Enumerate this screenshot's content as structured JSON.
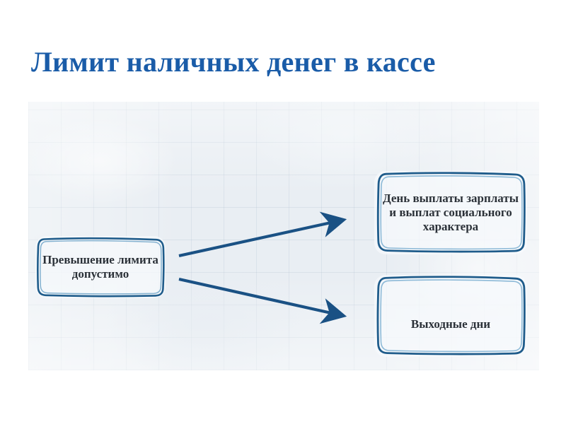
{
  "slide": {
    "title": "Лимит наличных денег в кассе",
    "title_color": "#1a5ca8",
    "background_color": "#ffffff"
  },
  "diagram": {
    "panel_background_color": "#e9eef3",
    "box_border_color": "#1f5c8b",
    "arrow_color": "#1a5184",
    "text_color": "#2b3138",
    "nodes": [
      {
        "id": "excess-allowed",
        "label": "Превышение лимита допустимо",
        "lines": [
          "Превышение",
          "лимита",
          "допустимо"
        ],
        "role": "source"
      },
      {
        "id": "payday",
        "label": "День выплаты зарплаты и выплат социального характера",
        "lines": [
          "День выплаты",
          "зарплаты и выплат",
          "социального",
          "характера"
        ],
        "role": "target"
      },
      {
        "id": "weekend",
        "label": "Выходные дни",
        "lines": [
          "Выходные дни"
        ],
        "role": "target"
      }
    ],
    "arrows": [
      {
        "id": "arrow-to-payday",
        "from": "excess-allowed",
        "to": "payday",
        "direction": "up-right"
      },
      {
        "id": "arrow-to-weekend",
        "from": "excess-allowed",
        "to": "weekend",
        "direction": "down-right"
      }
    ]
  }
}
